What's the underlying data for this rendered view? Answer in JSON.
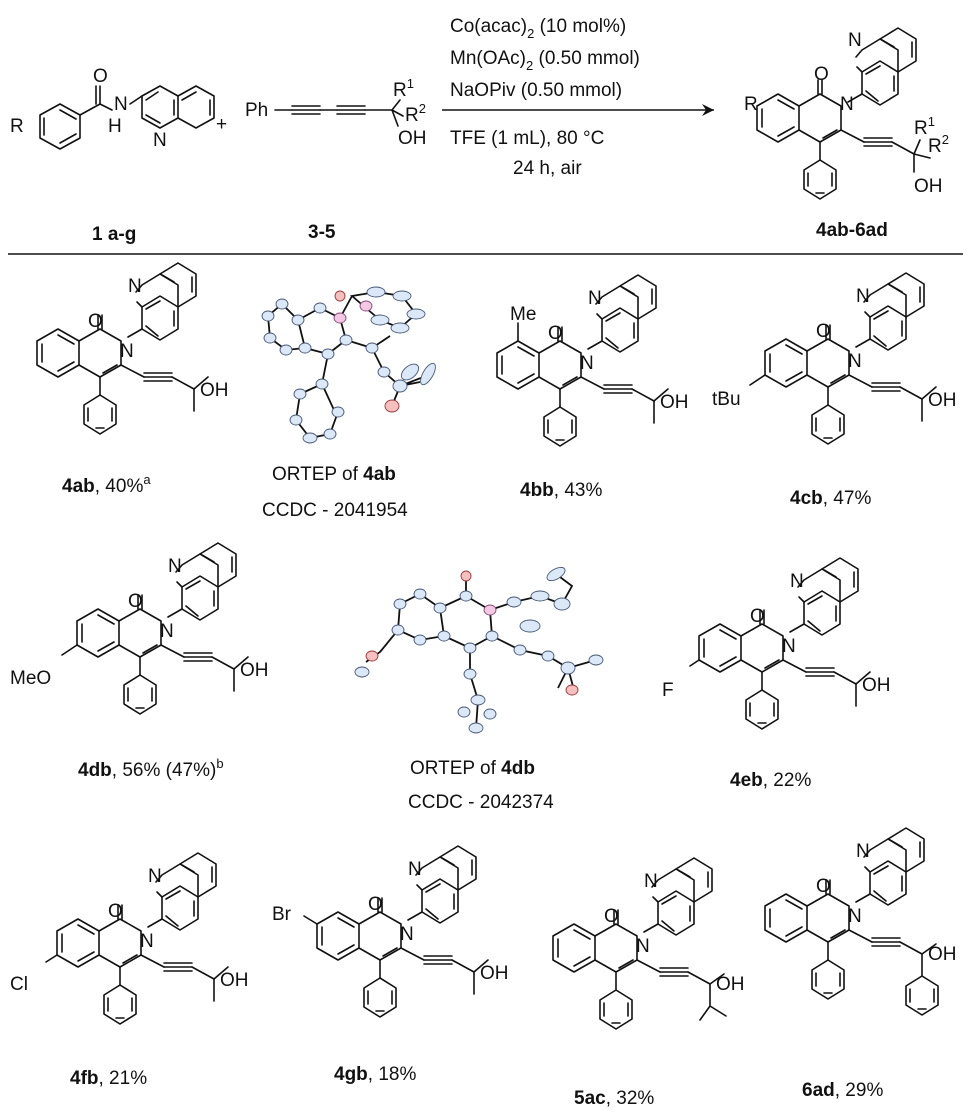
{
  "reaction": {
    "reactant1": {
      "r_group": "R",
      "atom_o": "O",
      "atom_nh_n": "N",
      "atom_nh_h": "H",
      "atom_n_ring": "N",
      "label": "1 a-g"
    },
    "plus": "+",
    "reactant2": {
      "ph": "Ph",
      "r1": "R",
      "r1_sup": "1",
      "r2": "R",
      "r2_sup": "2",
      "oh": "OH",
      "label": "3-5"
    },
    "conditions_above": [
      {
        "pre": "Co(acac)",
        "sub": "2",
        "post": " (10 mol%)"
      },
      {
        "pre": "Mn(OAc)",
        "sub": "2",
        "post": " (0.50 mmol)"
      },
      {
        "pre": "NaOPiv (0.50 mmol)",
        "sub": "",
        "post": ""
      }
    ],
    "conditions_below": [
      "TFE (1 mL), 80 °C",
      "24 h, air"
    ],
    "product": {
      "r_group": "R",
      "atom_o": "O",
      "atom_n": "N",
      "atom_n_ring": "N",
      "r1": "R",
      "r1_sup": "1",
      "r2": "R",
      "r2_sup": "2",
      "oh": "OH",
      "label": "4ab-6ad"
    }
  },
  "atoms": {
    "o": "O",
    "n": "N",
    "oh": "OH"
  },
  "compounds": [
    {
      "id": "4ab",
      "yield": ", 40%",
      "sup": "a",
      "substituent": ""
    },
    {
      "id": "4bb",
      "yield": ", 43%",
      "sup": "",
      "substituent": "Me"
    },
    {
      "id": "4cb",
      "yield": ", 47%",
      "sup": "",
      "substituent": "tBu"
    },
    {
      "id": "4db",
      "yield": ", 56% (47%)",
      "sup": "b",
      "substituent": "MeO"
    },
    {
      "id": "4eb",
      "yield": ", 22%",
      "sup": "",
      "substituent": "F"
    },
    {
      "id": "4fb",
      "yield": ", 21%",
      "sup": "",
      "substituent": "Cl"
    },
    {
      "id": "4gb",
      "yield": ", 18%",
      "sup": "",
      "substituent": "Br"
    },
    {
      "id": "5ac",
      "yield": ", 32%",
      "sup": "",
      "substituent": ""
    },
    {
      "id": "6ad",
      "yield": ", 29%",
      "sup": "",
      "substituent": ""
    }
  ],
  "ortep": [
    {
      "title_pre": "ORTEP of ",
      "title_bold": "4ab",
      "ccdc": "CCDC - 2041954"
    },
    {
      "title_pre": "ORTEP of ",
      "title_bold": "4db",
      "ccdc": "CCDC - 2042374"
    }
  ]
}
